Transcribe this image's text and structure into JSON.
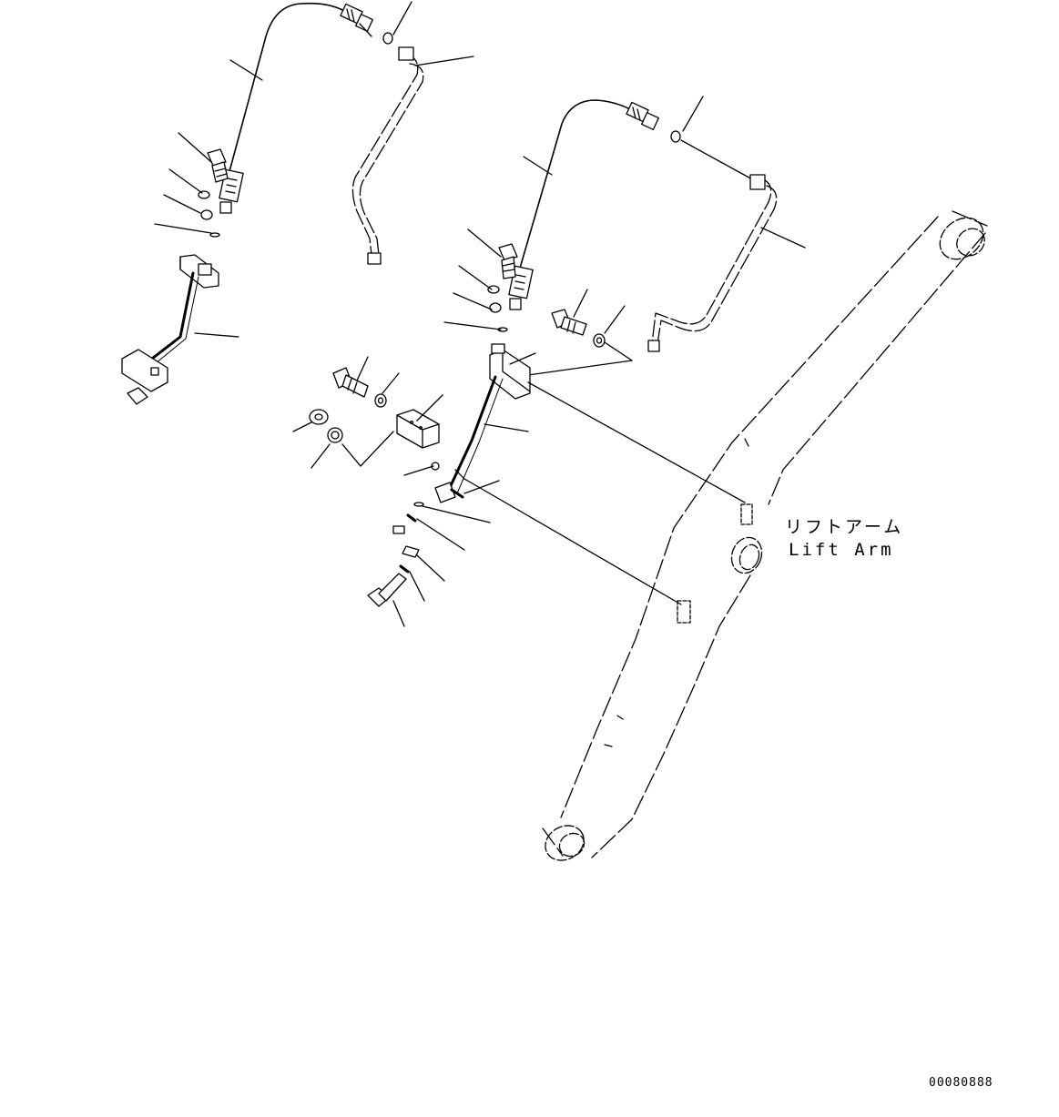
{
  "diagram": {
    "part_label_jp": "リフトアーム",
    "part_label_en": "Lift Arm",
    "drawing_number": "00080888",
    "line_color": "#000000",
    "background_color": "#ffffff"
  }
}
